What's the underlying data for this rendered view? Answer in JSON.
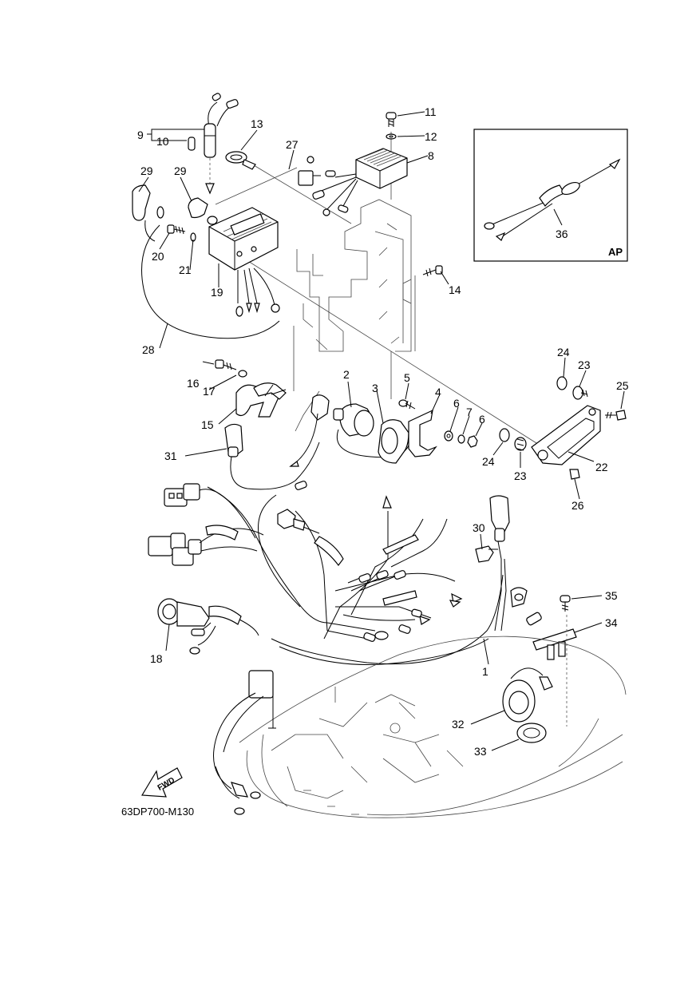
{
  "drawing_code": "63DP700-M130",
  "fwd_label": "FWD",
  "inset_label": "AP",
  "callouts": [
    "1",
    "2",
    "3",
    "4",
    "5",
    "6",
    "7",
    "8",
    "9",
    "10",
    "11",
    "12",
    "13",
    "14",
    "15",
    "16",
    "17",
    "18",
    "19",
    "20",
    "21",
    "22",
    "23",
    "24",
    "25",
    "26",
    "27",
    "28",
    "29",
    "30",
    "31",
    "32",
    "33",
    "34",
    "35",
    "36"
  ],
  "extra_callouts": {
    "n6b": "6",
    "n23b": "23",
    "n24b": "24",
    "n29b": "29"
  }
}
